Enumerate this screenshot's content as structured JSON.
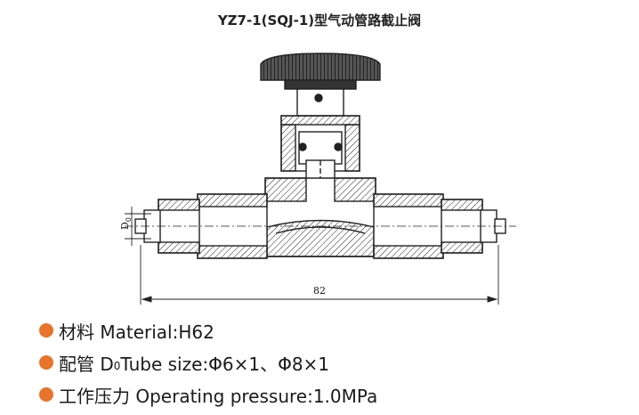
{
  "title": "YZ7-1(SQJ-1)型气动管路截止阀",
  "colors": {
    "bullet": "#e8732a",
    "line": "#222222",
    "knob": "#3a3a3a"
  },
  "drawing": {
    "dim_label_left": "D",
    "dim_label_left_sub": "0",
    "dim_label_bottom": "82"
  },
  "specs": [
    {
      "text": "材料 Material:H62"
    },
    {
      "prefix": "配管 D",
      "sub": "0",
      "suffix": " Tube size:Φ6×1、Φ8×1"
    },
    {
      "text": "工作压力 Operating pressure:1.0MPa"
    }
  ]
}
